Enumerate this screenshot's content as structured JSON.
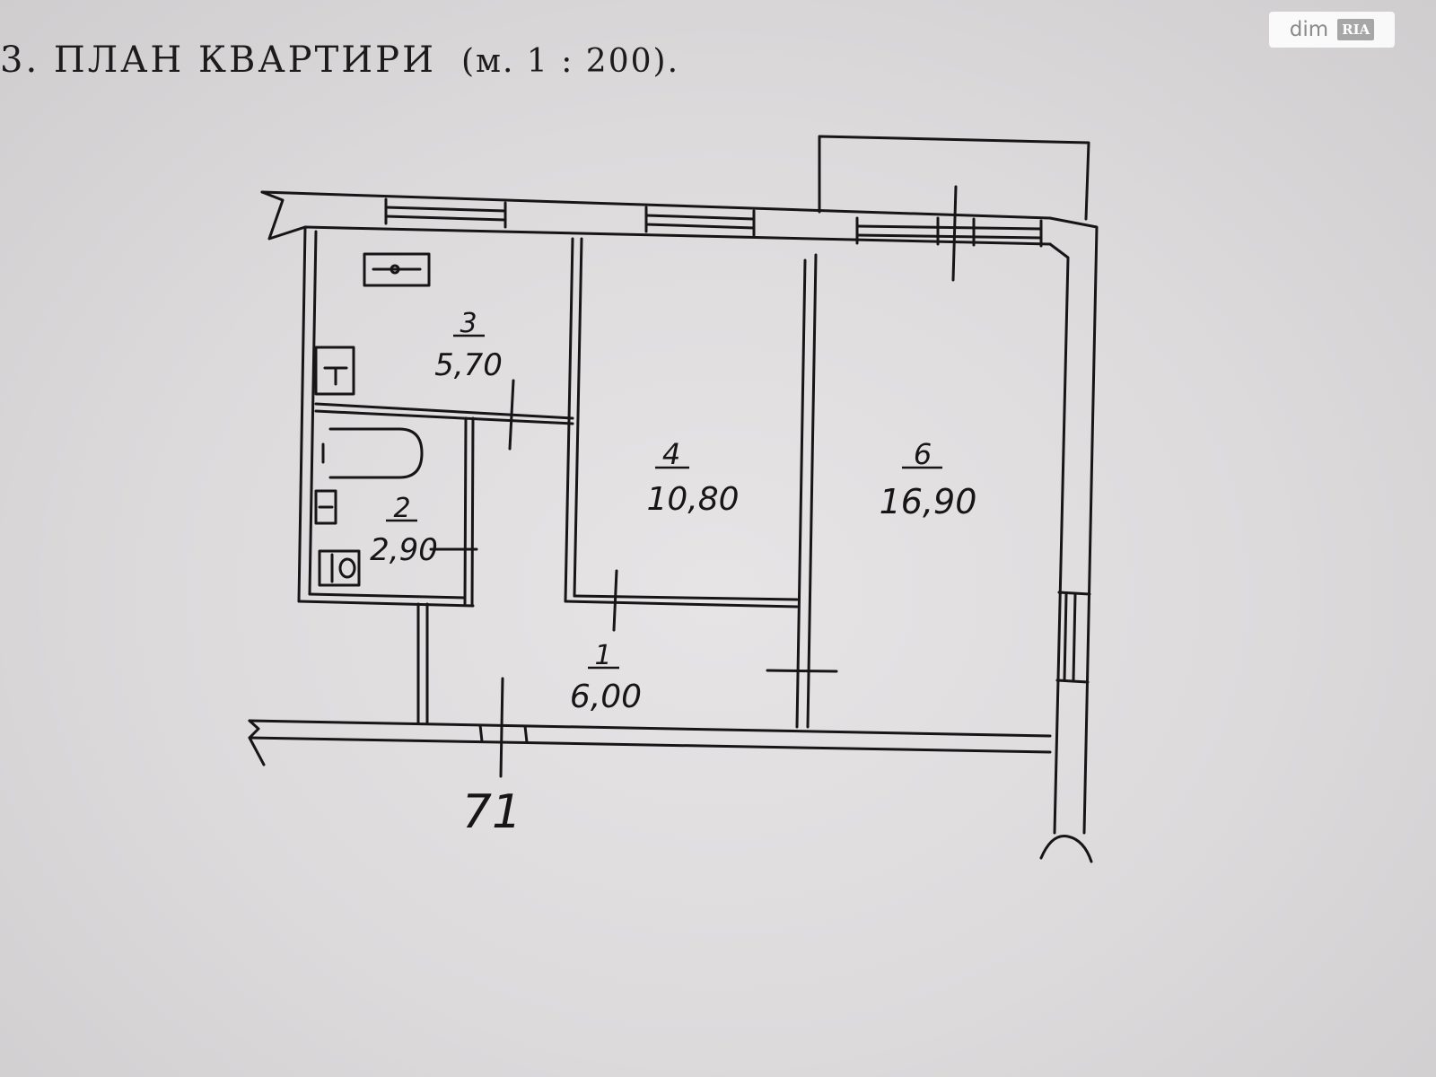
{
  "title": {
    "text": "3. ПЛАН КВАРТИРИ",
    "scale": "(м. 1 : 200)."
  },
  "watermark": {
    "brand": "dim",
    "badge": "RIA"
  },
  "rooms": [
    {
      "number": "1",
      "area": "6,00"
    },
    {
      "number": "2",
      "area": "2,90"
    },
    {
      "number": "3",
      "area": "5,70"
    },
    {
      "number": "4",
      "area": "10,80"
    },
    {
      "number": "6",
      "area": "16,90"
    }
  ],
  "entrance_mark": "71",
  "colors": {
    "ink": "#161616",
    "paper": "#dcdadb"
  }
}
